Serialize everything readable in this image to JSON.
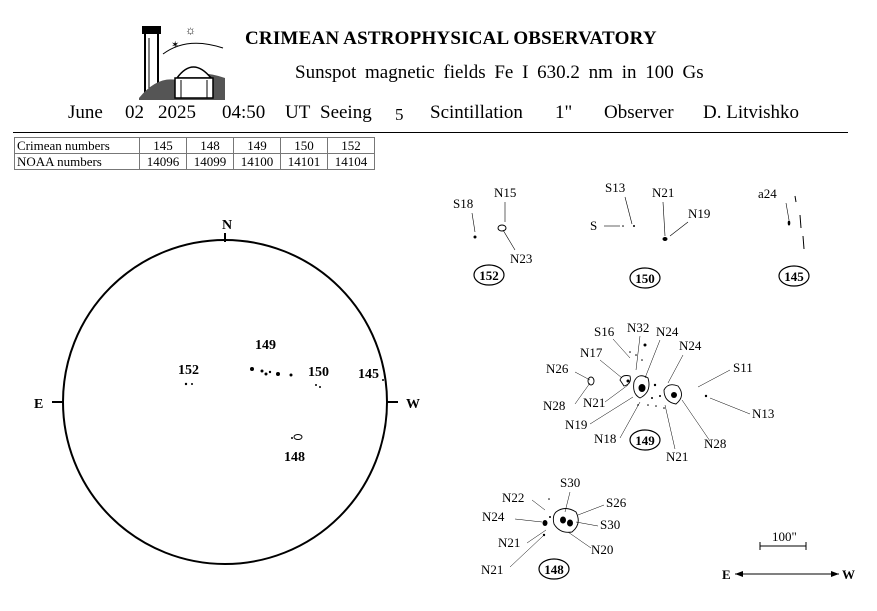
{
  "header": {
    "title": "CRIMEAN ASTROPHYSICAL OBSERVATORY",
    "subtitle": "Sunspot  magnetic  fields  Fe I 630.2 nm  in 100 Gs",
    "date": "June",
    "day": "02",
    "year": "2025",
    "time": "04:50",
    "ut_label": "UT",
    "seeing_label": "Seeing",
    "seeing_value": "5",
    "scint_label": "Scintillation",
    "scint_value": "1\"",
    "observer_label": "Observer",
    "observer_name": "D. Litvishko"
  },
  "table": {
    "row1_label": "Crimean numbers",
    "row2_label": "NOAA numbers",
    "crimean": [
      "145",
      "148",
      "149",
      "150",
      "152"
    ],
    "noaa": [
      "14096",
      "14099",
      "14100",
      "14101",
      "14104"
    ]
  },
  "disk": {
    "north": "N",
    "east": "E",
    "west": "W",
    "regions": [
      "152",
      "149",
      "150",
      "145",
      "148"
    ]
  },
  "panels": {
    "p152": {
      "id": "152",
      "labels": [
        "S18",
        "N15",
        "N23"
      ]
    },
    "p150": {
      "id": "150",
      "labels": [
        "S13",
        "S",
        "N21",
        "N19"
      ]
    },
    "p145": {
      "id": "145",
      "labels": [
        "a24"
      ]
    },
    "p149": {
      "id": "149",
      "labels": [
        "S16",
        "N32",
        "N24",
        "N24",
        "N17",
        "N26",
        "S11",
        "N28",
        "N21",
        "N13",
        "N19",
        "N18",
        "N28",
        "N21"
      ]
    },
    "p148": {
      "id": "148",
      "labels": [
        "S30",
        "N22",
        "S26",
        "N24",
        "S30",
        "N21",
        "N20",
        "N21"
      ]
    }
  },
  "scale": {
    "label": "100\"",
    "east": "E",
    "west": "W"
  }
}
